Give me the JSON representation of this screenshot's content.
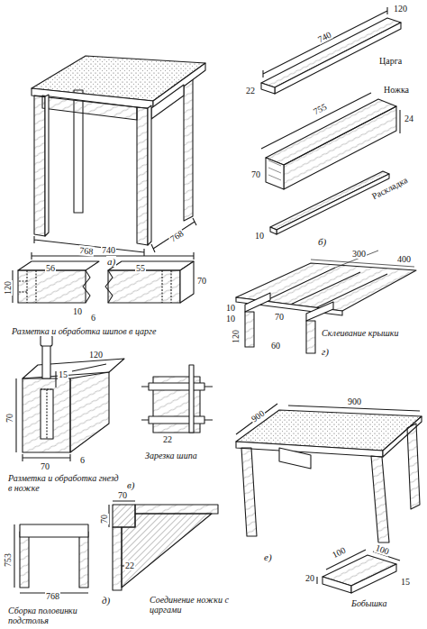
{
  "diagram": {
    "labels": [
      "768",
      "768",
      "а)",
      "120",
      "740",
      "22",
      "Царга",
      "Ножка",
      "755",
      "24",
      "70",
      "Раскладка",
      "10",
      "б)",
      "740",
      "120",
      "56",
      "55",
      "70",
      "10",
      "6",
      "Разметка и обработка шипов в царге",
      "400",
      "300",
      "10",
      "10",
      "70",
      "120",
      "60",
      "Склеивание крышки",
      "г)",
      "70",
      "15",
      "120",
      "70",
      "6",
      "Разметка и обработка гнезд в ножке",
      "в)",
      "22",
      "Зарезка шипа",
      "753",
      "768",
      "Сборка половинки подстолья",
      "70",
      "70",
      "22",
      "д)",
      "Соединение ножки с царгами",
      "900",
      "900",
      "е)",
      "100",
      "100",
      "20",
      "15",
      "Бобышка"
    ]
  }
}
